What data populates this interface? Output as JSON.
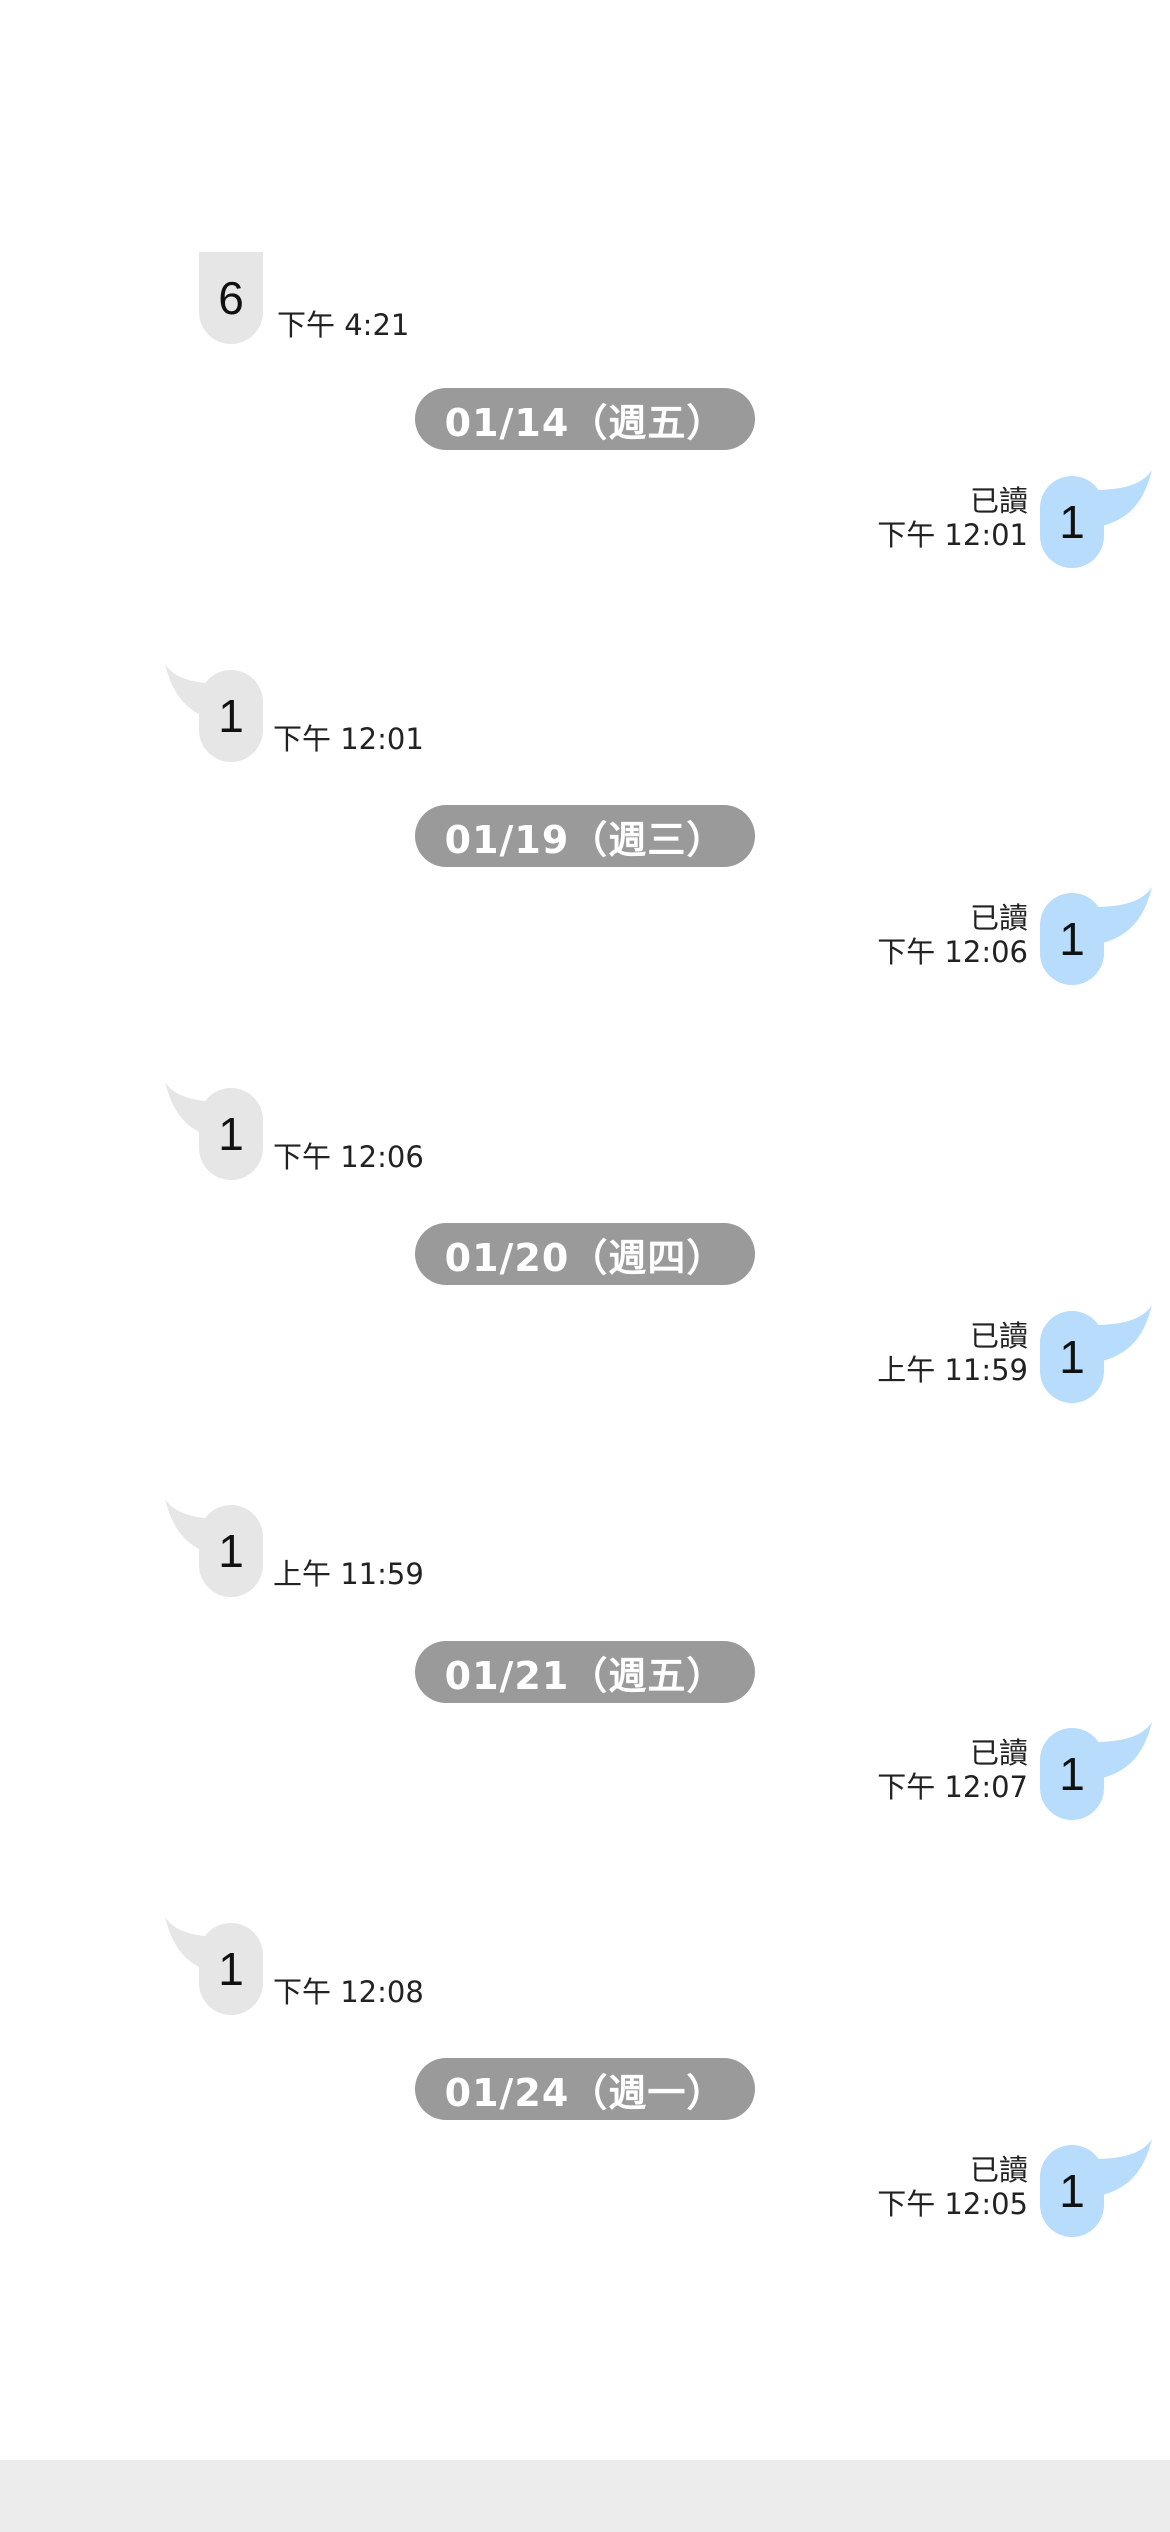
{
  "chat": {
    "first_partial": {
      "text": "6",
      "time": "下午 4:21"
    },
    "days": [
      {
        "date": "01/14（週五）",
        "outgoing": {
          "text": "1",
          "status": "已讀",
          "time": "下午 12:01"
        },
        "incoming": {
          "text": "1",
          "time": "下午 12:01"
        }
      },
      {
        "date": "01/19（週三）",
        "outgoing": {
          "text": "1",
          "status": "已讀",
          "time": "下午 12:06"
        },
        "incoming": {
          "text": "1",
          "time": "下午 12:06"
        }
      },
      {
        "date": "01/20（週四）",
        "outgoing": {
          "text": "1",
          "status": "已讀",
          "time": "上午 11:59"
        },
        "incoming": {
          "text": "1",
          "time": "上午 11:59"
        }
      },
      {
        "date": "01/21（週五）",
        "outgoing": {
          "text": "1",
          "status": "已讀",
          "time": "下午 12:07"
        },
        "incoming": {
          "text": "1",
          "time": "下午 12:08"
        }
      },
      {
        "date": "01/24（週一）",
        "outgoing": {
          "text": "1",
          "status": "已讀",
          "time": "下午 12:05"
        }
      }
    ]
  },
  "colors": {
    "incoming_bubble": "#e6e6e6",
    "outgoing_bubble": "#b8dcfb",
    "date_pill": "#9a9a9a",
    "bottom_bar": "#ececec"
  }
}
